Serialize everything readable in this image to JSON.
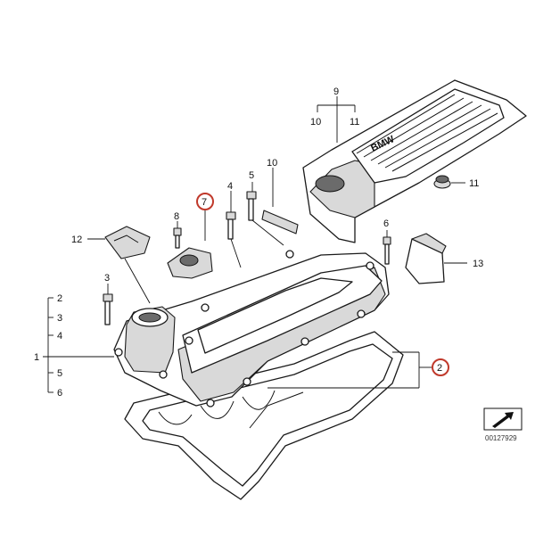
{
  "callouts": {
    "c1": "1",
    "c2": "2",
    "c3": "3",
    "c4": "4",
    "c5": "5",
    "c6": "6",
    "c7": "7",
    "c8": "8",
    "c9": "9",
    "c10": "10",
    "c11": "11",
    "c12": "12",
    "c13": "13"
  },
  "logo_text": "BMW",
  "reference_code": "00127929",
  "colors": {
    "highlight_ring": "#c0392b",
    "line": "#111111",
    "shade": "#d9d9d9"
  }
}
